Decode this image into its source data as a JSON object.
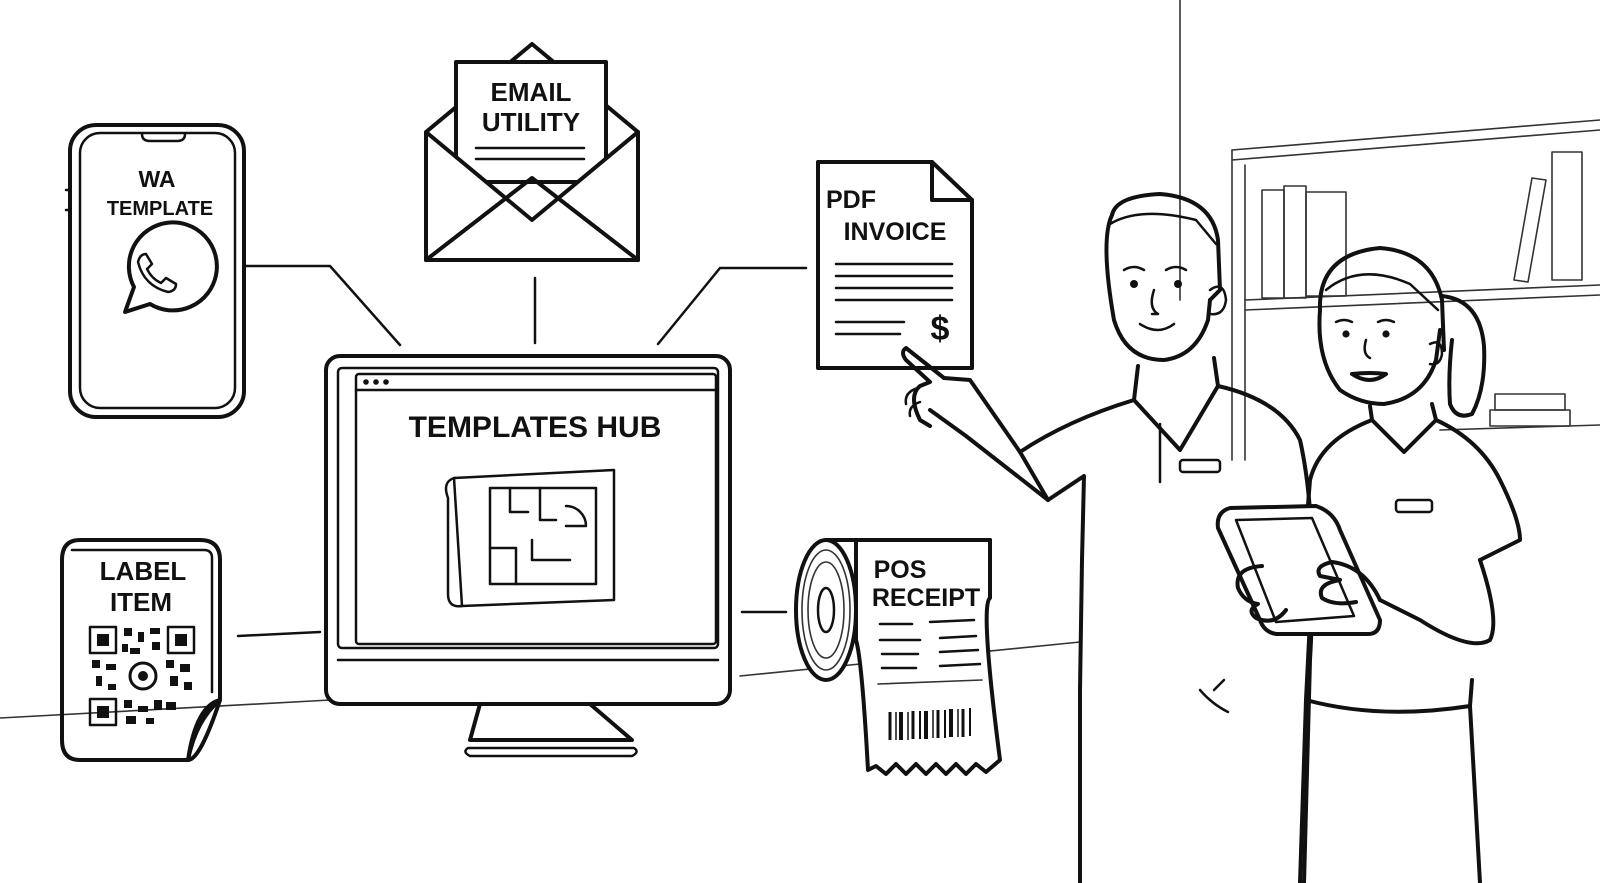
{
  "hub": {
    "title": "TEMPLATES HUB"
  },
  "channels": {
    "wa_template": {
      "line1": "WA",
      "line2": "TEMPLATE"
    },
    "email_utility": {
      "line1": "EMAIL",
      "line2": "UTILITY"
    },
    "pdf_invoice": {
      "line1": "PDF",
      "line2": "INVOICE",
      "symbol": "$"
    },
    "label_item": {
      "line1": "LABEL",
      "line2": "ITEM"
    },
    "pos_receipt": {
      "line1": "POS",
      "line2": "RECEIPT"
    }
  },
  "icons": [
    "whatsapp-icon",
    "envelope-icon",
    "document-icon",
    "qr-code-icon",
    "receipt-roll-icon",
    "blueprint-icon",
    "tablet-icon"
  ],
  "colors": {
    "ink": "#111111",
    "paper": "#ffffff"
  }
}
